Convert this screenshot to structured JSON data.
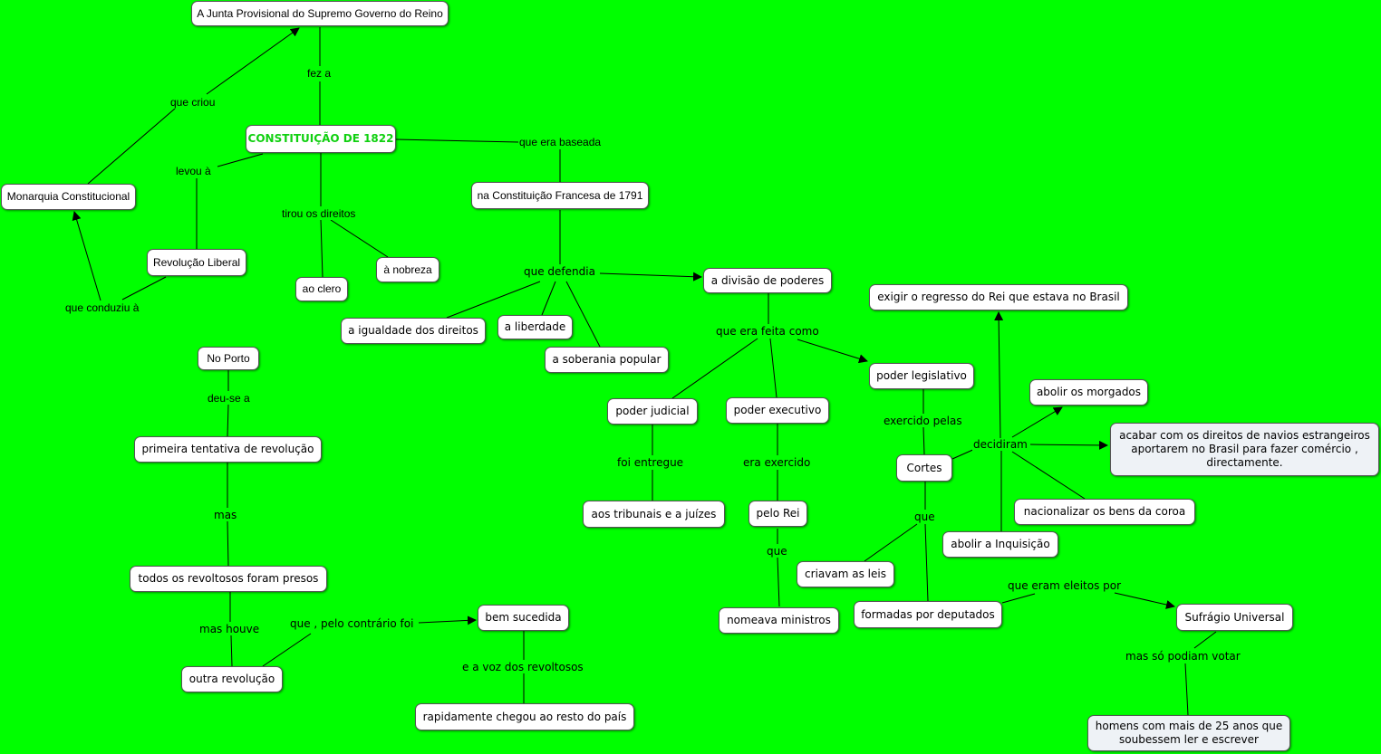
{
  "nodes": {
    "junta": "A Junta Provisional do Supremo Governo do Reino",
    "constituicao": "CONSTITUIÇÃO DE 1822",
    "monarquia": "Monarquia Constitucional",
    "revolucao_liberal": "Revolução Liberal",
    "ao_clero": "ao clero",
    "a_nobreza": "à nobreza",
    "constituicao_francesa": "na Constituição Francesa de 1791",
    "divisao_poderes": "a divisão de poderes",
    "igualdade": "a igualdade dos direitos",
    "liberdade": "a liberdade",
    "soberania": "a soberania popular",
    "exigir_rei": "exigir o regresso do Rei que estava no Brasil",
    "poder_legislativo": "poder legislativo",
    "abolir_morgados": "abolir os morgados",
    "acabar_direitos": "acabar com os direitos de navios estrangeiros aportarem no Brasil para fazer comércio , directamente.",
    "poder_judicial": "poder judicial",
    "poder_executivo": "poder executivo",
    "cortes": "Cortes",
    "nacionalizar": "nacionalizar os bens da coroa",
    "abolir_inquisicao": "abolir a Inquisição",
    "tribunais": "aos tribunais e a juízes",
    "pelo_rei": "pelo Rei",
    "criavam_leis": "criavam as leis",
    "formadas": "formadas por deputados",
    "sufragio": "Sufrágio Universal",
    "nomeava": "nomeava ministros",
    "homens": "homens com mais de 25 anos que soubessem ler e escrever",
    "no_porto": "No Porto",
    "primeira_tentativa": "primeira tentativa de revolução",
    "todos_presos": "todos os revoltosos foram presos",
    "outra_revolucao": "outra revolução",
    "bem_sucedida": "bem sucedida",
    "rapidamente": "rapidamente chegou ao resto do país"
  },
  "labels": {
    "fez_a": "fez a",
    "que_criou": "que criou",
    "levou_a": "levou à",
    "que_era_baseada": "que era baseada",
    "tirou_direitos": "tirou os direitos",
    "que_conduziu": "que conduziu à",
    "que_defendia": "que defendia",
    "que_era_feita": "que era feita como",
    "exercido_pelas": "exercido pelas",
    "decidiram": "decidiram",
    "foi_entregue": "foi entregue",
    "era_exercido": "era exercido",
    "que_cortes": "que",
    "que_rei": "que",
    "que_eram_eleitos": "que eram eleitos por",
    "mas_so": "mas só podiam votar",
    "deu_se": "deu-se a",
    "mas": "mas",
    "mas_houve": "mas houve",
    "que_pelo_contrario": "que , pelo contrário foi",
    "e_a_voz": "e a voz dos revoltosos"
  }
}
